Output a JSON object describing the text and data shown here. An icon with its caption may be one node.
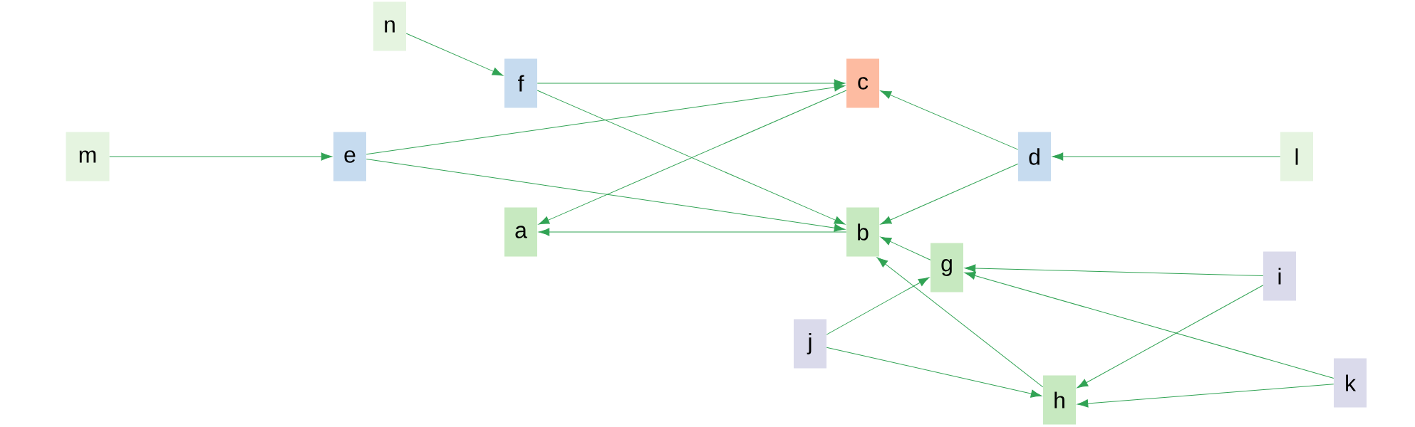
{
  "diagram": {
    "nodes": [
      {
        "text": [
          "n"
        ]
      },
      {
        "text": [
          "f"
        ]
      },
      {
        "text": [
          "c"
        ]
      },
      {
        "text": [
          "m"
        ]
      },
      {
        "text": [
          "e"
        ]
      },
      {
        "text": [
          "d"
        ]
      },
      {
        "text": [
          "l"
        ]
      },
      {
        "text": [
          "a"
        ]
      },
      {
        "text": [
          "b"
        ]
      },
      {
        "text": [
          "g"
        ]
      },
      {
        "text": [
          "i"
        ]
      },
      {
        "text": [
          "j"
        ]
      },
      {
        "text": [
          "k"
        ]
      },
      {
        "text": [
          "h"
        ]
      }
    ],
    "edges": [
      {
        "from": 0,
        "to": 1,
        "arrow": "to"
      },
      {
        "from": 1,
        "to": 2,
        "arrow": "to"
      },
      {
        "from": 1,
        "to": 8,
        "arrow": "to"
      },
      {
        "from": 4,
        "to": 2,
        "arrow": "to"
      },
      {
        "from": 2,
        "to": 7,
        "arrow": "to"
      },
      {
        "from": 5,
        "to": 2,
        "arrow": "to"
      },
      {
        "from": 5,
        "to": 8,
        "arrow": "to"
      },
      {
        "from": 6,
        "to": 5,
        "arrow": "to"
      },
      {
        "from": 3,
        "to": 4,
        "arrow": "to"
      },
      {
        "from": 4,
        "to": 8,
        "arrow": "to"
      },
      {
        "from": 8,
        "to": 7,
        "arrow": "to"
      },
      {
        "from": 9,
        "to": 8,
        "arrow": "to"
      },
      {
        "from": 10,
        "to": 9,
        "arrow": "to"
      },
      {
        "from": 12,
        "to": 9,
        "arrow": "to"
      },
      {
        "from": 11,
        "to": 9,
        "arrow": "to"
      },
      {
        "from": 11,
        "to": 13,
        "arrow": "to"
      },
      {
        "from": 10,
        "to": 13,
        "arrow": "to"
      },
      {
        "from": 12,
        "to": 13,
        "arrow": "to"
      },
      {
        "from": 13,
        "to": 8,
        "arrow": "to"
      }
    ]
  }
}
